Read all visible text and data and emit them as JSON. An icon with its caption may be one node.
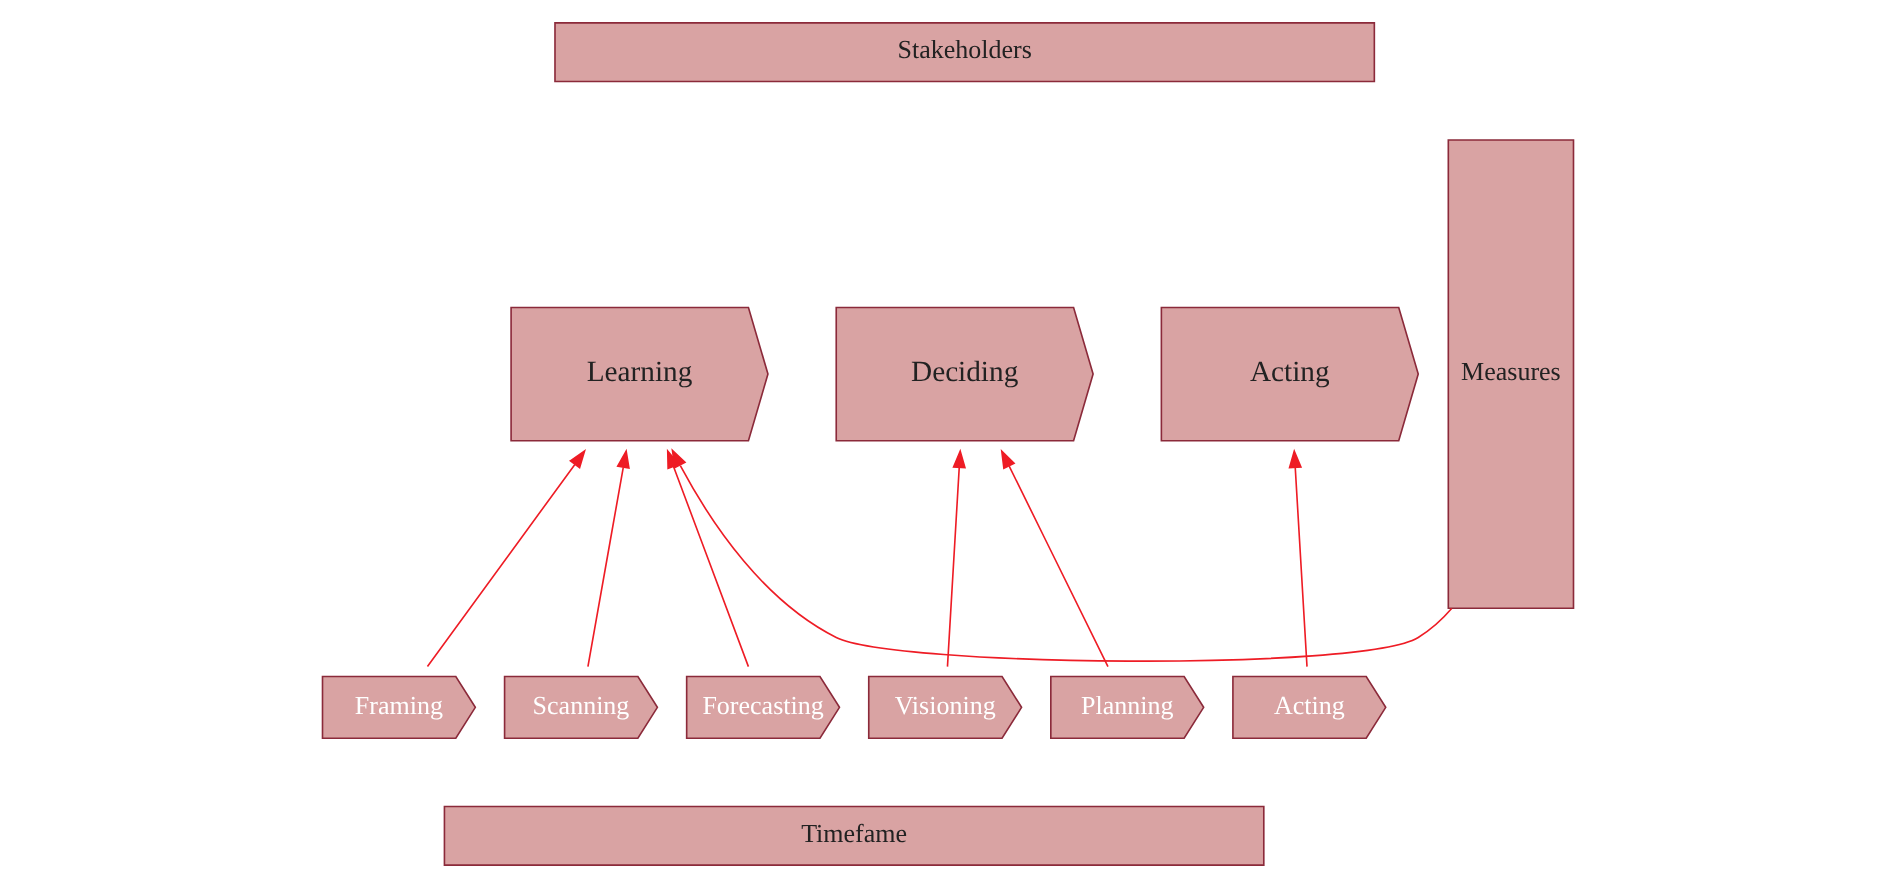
{
  "diagram": {
    "nodes": [
      {
        "text": [
          "Stakeholders"
        ]
      },
      {
        "text": [
          "Learning"
        ]
      },
      {
        "text": [
          "Deciding"
        ]
      },
      {
        "text": [
          "Acting"
        ]
      },
      {
        "text": [
          "Measures"
        ]
      },
      {
        "text": [
          "Framing"
        ]
      },
      {
        "text": [
          "Scanning"
        ]
      },
      {
        "text": [
          "Forecasting"
        ]
      },
      {
        "text": [
          "Visioning"
        ]
      },
      {
        "text": [
          "Planning"
        ]
      },
      {
        "text": [
          "Acting"
        ]
      },
      {
        "text": [
          "Timefame"
        ]
      }
    ],
    "edges": [
      {
        "from": 4,
        "to": 1,
        "arrow": "to"
      },
      {
        "from": 5,
        "to": 1,
        "arrow": "to"
      },
      {
        "from": 6,
        "to": 1,
        "arrow": "to"
      },
      {
        "from": 7,
        "to": 1,
        "arrow": "to"
      },
      {
        "from": 8,
        "to": 2,
        "arrow": "to"
      },
      {
        "from": 9,
        "to": 2,
        "arrow": "to"
      },
      {
        "from": 10,
        "to": 3,
        "arrow": "to"
      }
    ]
  }
}
